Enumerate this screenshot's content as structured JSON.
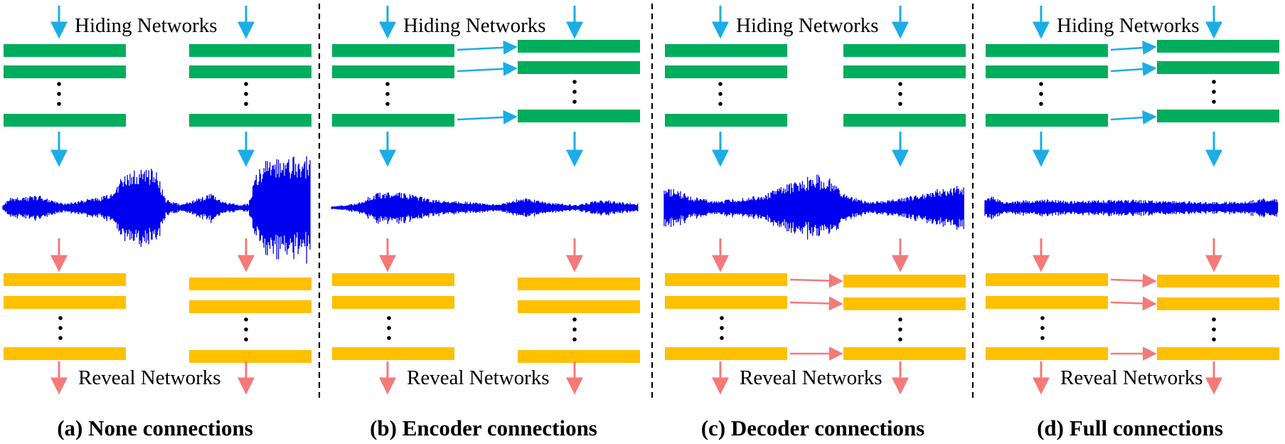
{
  "colors": {
    "hiding_layer": "#00AD5C",
    "reveal_layer": "#FFC000",
    "hiding_arrow": "#1AADE8",
    "reveal_arrow": "#F47A7A",
    "waveform": "#0000F0",
    "dots": "#000000",
    "divider": "#000000"
  },
  "panels": [
    {
      "caption": "(a) None connections",
      "hiding_label": "Hiding Networks",
      "reveal_label": "Reveal Networks",
      "encoder_connections": false,
      "decoder_connections": false,
      "waveform_style": "bursts"
    },
    {
      "caption": "(b) Encoder connections",
      "hiding_label": "Hiding Networks",
      "reveal_label": "Reveal Networks",
      "encoder_connections": true,
      "decoder_connections": false,
      "waveform_style": "low"
    },
    {
      "caption": "(c) Decoder connections",
      "hiding_label": "Hiding Networks",
      "reveal_label": "Reveal Networks",
      "encoder_connections": false,
      "decoder_connections": true,
      "waveform_style": "mid-burst"
    },
    {
      "caption": "(d) Full connections",
      "hiding_label": "Hiding Networks",
      "reveal_label": "Reveal Networks",
      "encoder_connections": true,
      "decoder_connections": true,
      "waveform_style": "uniform"
    }
  ]
}
